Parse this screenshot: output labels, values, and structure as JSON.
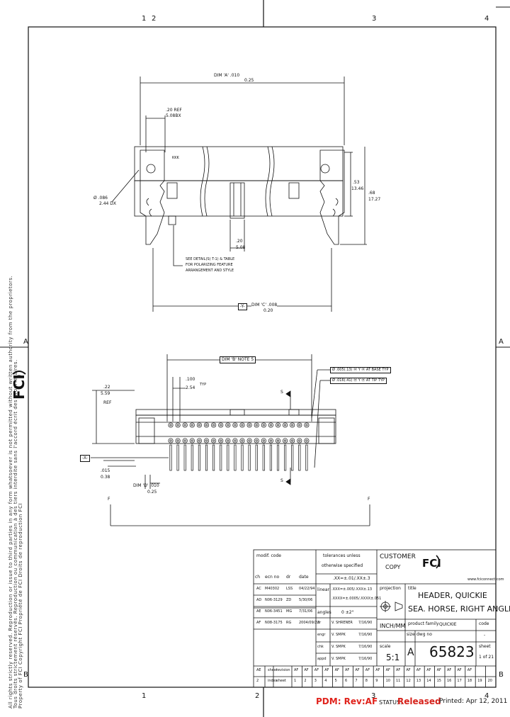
{
  "zones": {
    "top": [
      "1",
      "2",
      "3",
      "4"
    ],
    "bottom": [
      "1",
      "2",
      "3",
      "4"
    ],
    "left": [
      "A",
      "B"
    ],
    "right": [
      "A",
      "B"
    ]
  },
  "side_notice": {
    "line1": "All rights strictly reserved. Reproduction or issue to third parties in any form whatsoever is not permitted without written authority from the proprietors.",
    "line2": "Tous droits strictement réservés. Reproduction ou communication à des tiers interdite sans l'accord écrit des propriétaires.",
    "line3": "Property of FCI   Copyright FCI   Propriété de FCI   Droits de reproduction FCI"
  },
  "view1": {
    "dim_top": "DIM 'A' .010",
    "dim_top_mm": "0.25",
    "ref_label": ".20 REF",
    "ref_mm": "5.08BX",
    "hole_label": "Ø .086",
    "hole_mm": "2.44 DX",
    "pitch": ".20",
    "pitch_mm": "5.08",
    "h1": ".53",
    "h1_mm": "13.46",
    "h2": ".68",
    "h2_mm": "17.27",
    "note_l1": "SEE DETAIL(S) T-1) & TABLE",
    "note_l2": "FOR POLARIZING FEATURE",
    "note_l3": "ARRANGEMENT AND STYLE",
    "datum": "-Y-",
    "dim_bottom": "DIM 'C' .008",
    "dim_bottom_mm": "0.20",
    "slot_label": "KKK"
  },
  "view2": {
    "dim_top": "DIM 'B' NOTE 5",
    "tol1": "Ø .005(.13) Ⓜ Y Ⓜ AT BASE TYP",
    "tol2": "Ø .016(.41) Ⓜ Y Ⓜ AT TIP TYP",
    "pitch": ".100",
    "pitch_mm": "2.54",
    "pitch_typ": "TYP",
    "h_label": ".22",
    "h_mm": "5.59",
    "h_ref": "REF",
    "section": "S",
    "datum": "-X-",
    "b1": ".015",
    "b1_mm": "0.38",
    "dim_d": "DIM 'D' .010",
    "dim_d_mm": "0.25",
    "section_f": "F"
  },
  "title_block": {
    "modif_code": "modif. code",
    "rev_hdr": [
      "ch",
      "ecn no",
      "dr",
      "date"
    ],
    "revs": [
      [
        "AC",
        "M40302",
        "LSS",
        "04/22/94"
      ],
      [
        "AD",
        "N06-3129",
        "ZD",
        "5/30/06"
      ],
      [
        "AE",
        "N06-3451",
        "MG",
        "7/31/06"
      ],
      [
        "AF",
        "N08-3175",
        "RG",
        "2004/09/22"
      ]
    ],
    "tol_title_1": "tolerances unless",
    "tol_title_2": "otherwise specified",
    "tol_top": ".XX=±.01/.XX±.3",
    "tol_lin_lbl": "linear",
    "tol_lin1": ".XXX=±.005/.XXX±.13",
    "tol_lin2": ".XXXX=±.0005/.XXXX±.051",
    "tol_ang_lbl": "angles",
    "tol_ang": "0 ±2°",
    "people": [
      [
        "dr",
        "V. SHRENER",
        "7/16/90"
      ],
      [
        "engr",
        "V. SMPK",
        "7/16/90"
      ],
      [
        "chk",
        "V. SMPK",
        "7/16/90"
      ],
      [
        "appd",
        "V. SMPK",
        "7/16/90"
      ]
    ],
    "customer": "CUSTOMER",
    "copy": "COPY",
    "website": "www.fciconnect.com",
    "projection": "projection",
    "title_lbl": "title",
    "title1": "HEADER, QUICKIE",
    "title2": "SEA. HORSE, RIGHT ANGLE",
    "units": "INCH/MM",
    "product_family_lbl": "product family",
    "product_family": "QUICKIE",
    "code_lbl": "code",
    "code_val": "-",
    "size_lbl": "size",
    "dwg_lbl": "dwg no",
    "size": "A",
    "dwg_no": "65823",
    "scale_lbl": "scale",
    "scale": "5:1",
    "sheet_lbl": "sheet",
    "sheet_val": "1 of 21",
    "sheet_row": {
      "rev_lbl": "AE",
      "sheet_lbl": "sheet",
      "revision_lbl": "revision",
      "rev_codes": [
        "AF",
        "AF",
        "AF"
      ],
      "hdr2": [
        "2",
        "index",
        "sheet"
      ],
      "nums": [
        "1",
        "2",
        "3",
        "4",
        "5",
        "6",
        "7",
        "8",
        "9",
        "10",
        "11",
        "12",
        "13",
        "14",
        "15",
        "16",
        "17",
        "18",
        "19",
        "20"
      ],
      "top_codes": [
        "AF",
        "AF",
        "AF",
        "AF",
        "AF",
        "AF",
        "AF",
        "AF",
        "AF",
        "AF",
        "AF",
        "AF",
        "AF",
        "AF",
        "AF",
        "AF",
        "AF",
        "AF"
      ]
    }
  },
  "footer": {
    "pdm": "PDM: Rev:AF",
    "status_lbl": "STATUS:",
    "status": "Released",
    "printed": "Printed: Apr 12, 2011"
  },
  "colors": {
    "line": "#111111",
    "pdm_red": "#e0231c",
    "status_red": "#d6221b"
  }
}
